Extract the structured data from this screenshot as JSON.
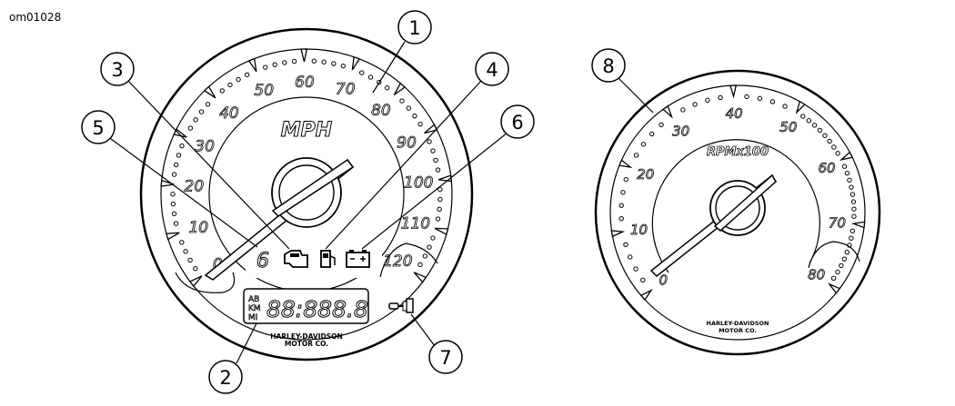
{
  "figure_id": "om01028",
  "speedometer": {
    "unit_label": "MPH",
    "scale": [
      "0",
      "10",
      "20",
      "30",
      "40",
      "50",
      "60",
      "70",
      "80",
      "90",
      "100",
      "110",
      "120"
    ],
    "odometer_units": [
      "AB",
      "KM",
      "MI"
    ],
    "odometer_digits": "88:888.8",
    "brand_line1": "HARLEY-DAVIDSON",
    "brand_line2": "MOTOR CO.",
    "indicators": {
      "gear": "6",
      "engine": "engine-check-icon",
      "fuel": "fuel-pump-icon",
      "battery": "battery-icon",
      "key": "security-key-icon"
    }
  },
  "tachometer": {
    "unit_label": "RPMx100",
    "scale": [
      "0",
      "10",
      "20",
      "30",
      "40",
      "50",
      "60",
      "70",
      "80"
    ],
    "brand_line1": "HARLEY-DAVIDSON",
    "brand_line2": "MOTOR CO."
  },
  "callouts": [
    "1",
    "2",
    "3",
    "4",
    "5",
    "6",
    "7",
    "8"
  ]
}
